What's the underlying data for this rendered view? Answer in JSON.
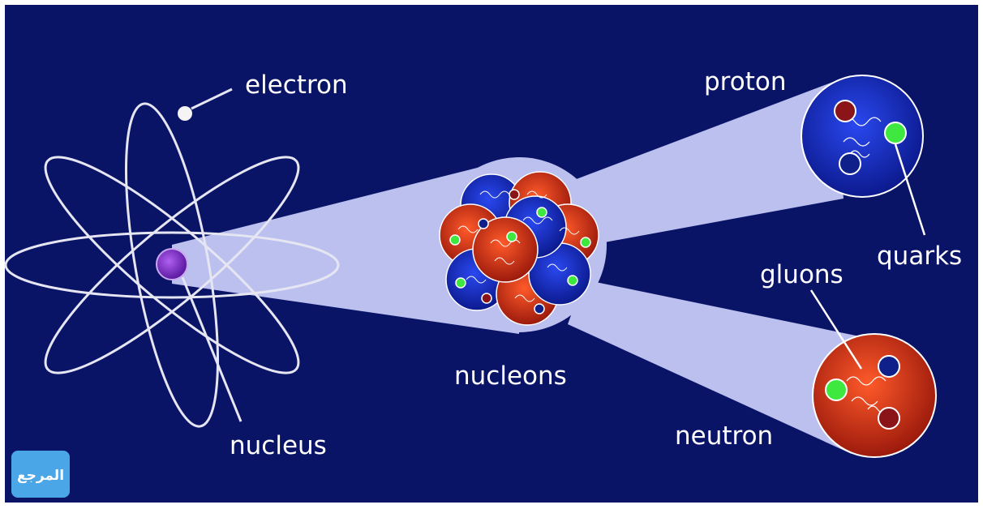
{
  "labels": {
    "electron": "electron",
    "proton": "proton",
    "quarks": "quarks",
    "gluons": "gluons",
    "nucleons": "nucleons",
    "neutron": "neutron",
    "nucleus": "nucleus"
  },
  "logo": {
    "text": "المرجع"
  },
  "colors": {
    "background": "#0a1467",
    "orbit": "#e6e6f2",
    "cone": "#bcc0ef",
    "proton_fill": "#1a2fc8",
    "neutron_fill": "#d42c14",
    "quark_green": "#3ee83e",
    "quark_red": "#8a1418",
    "quark_blue": "#10208a",
    "nucleus": "#8b2fc9",
    "electron": "#f4f4f4"
  }
}
